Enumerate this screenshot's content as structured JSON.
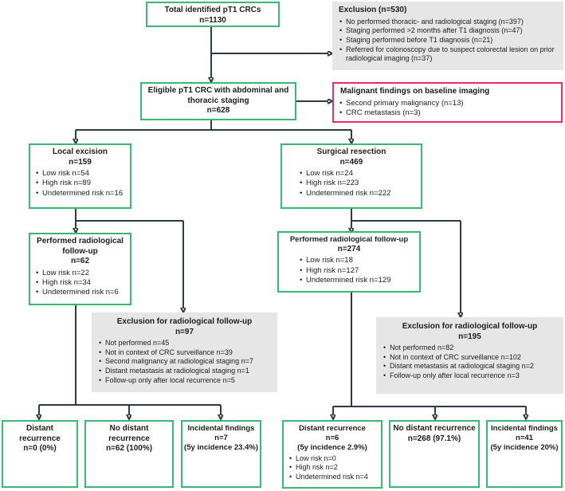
{
  "flowchart": {
    "colors": {
      "node_border_green": "#3ab873",
      "alert_border_pink": "#ed2a63",
      "exclusion_bg_gray": "#e6e6e6",
      "connector_line": "#2e3a45"
    },
    "total": {
      "title": "Total identified pT1 CRCs",
      "n": "n=1130"
    },
    "exclusion_baseline": {
      "title": "Exclusion (n=530)",
      "bullets": [
        "No performed thoracic- and radiological staging (n=397)",
        "Staging performed >2 months after T1 diagnosis (n=47)",
        "Staging performed before T1 diagnosis (n=21)",
        "Referred for colonoscopy due to suspect colorectal lesion on prior radiological imaging (n=37)"
      ]
    },
    "eligible": {
      "title": "Eligible pT1 CRC with abdominal and thoracic staging",
      "n": "n=628"
    },
    "malignant_findings": {
      "title": "Malignant findings on baseline imaging",
      "bullets": [
        "Second primary malignancy (n=13)",
        "CRC metastasis (n=3)"
      ]
    },
    "local_excision": {
      "title": "Local excision",
      "n": "n=159",
      "bullets": [
        "Low risk n=54",
        "High risk n=89",
        "Undetermined risk n=16"
      ]
    },
    "surgical_resection": {
      "title": "Surgical resection",
      "n": "n=469",
      "bullets": [
        "Low risk n=24",
        "High risk n=223",
        "Undetermined risk n=222"
      ]
    },
    "followup_left": {
      "title": "Performed radiological follow-up",
      "n": "n=62",
      "bullets": [
        "Low risk n=22",
        "High risk n=34",
        "Undetermined risk n=6"
      ]
    },
    "followup_right": {
      "title": "Performed radiological follow-up",
      "n": "n=274",
      "bullets": [
        "Low risk n=18",
        "High risk n=127",
        "Undetermined risk n=129"
      ]
    },
    "exclusion_followup_left": {
      "title": "Exclusion for radiological follow-up",
      "n": "n=97",
      "bullets": [
        "Not performed n=45",
        "Not in context of CRC surveillance n=39",
        "Second malignancy at radiological staging n=7",
        "Distant metastasis at radiological staging n=1",
        "Follow-up only after local recurrence n=5"
      ]
    },
    "exclusion_followup_right": {
      "title": "Exclusion for radiological follow-up",
      "n": "n=195",
      "bullets": [
        "Not performed n=82",
        "Not in context of CRC surveillance n=102",
        "Distant metastasis at radiological staging n=2",
        "Follow-up only after local recurrence n=3"
      ]
    },
    "distant_recurrence_left": {
      "title": "Distant recurrence",
      "n": "n=0 (0%)"
    },
    "no_distant_recurrence_left": {
      "title": "No distant recurrence",
      "n": "n=62 (100%)"
    },
    "incidental_left": {
      "title": "Incidental findings",
      "n": "n=7",
      "sub": "(5y incidence 23.4%)"
    },
    "distant_recurrence_right": {
      "title": "Distant recurrence",
      "n": "n=6",
      "sub": "(5y incidence 2.9%)",
      "bullets": [
        "Low risk n=0",
        "High risk n=2",
        "Undetermined risk n=4"
      ]
    },
    "no_distant_recurrence_right": {
      "title": "No distant recurrence",
      "n": "n=268 (97.1%)"
    },
    "incidental_right": {
      "title": "Incidental findings",
      "n": "n=41",
      "sub": "(5y incidence 20%)"
    }
  }
}
